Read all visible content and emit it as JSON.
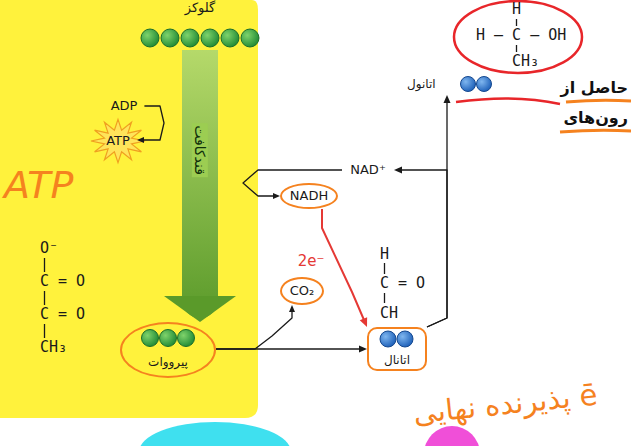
{
  "diagram": {
    "nodes": [
      {
        "text": [
          "گلوکز"
        ]
      },
      {
        "text": [
          "ADP"
        ]
      },
      {
        "text": [
          "ATP"
        ]
      },
      {
        "text": [
          "NAD⁺"
        ]
      },
      {
        "text": [
          "NADH"
        ]
      },
      {
        "text": [
          "CO₂"
        ]
      },
      {
        "text": [
          "پیرووات"
        ]
      },
      {
        "text": [
          "اتانال"
        ]
      },
      {
        "text": [
          "اتانول"
        ]
      }
    ],
    "edges": [
      {
        "from": 0,
        "to": 6,
        "arrow": "to",
        "label": "قندکافت"
      },
      {
        "from": 1,
        "to": 2,
        "arrow": "to"
      },
      {
        "from": 3,
        "to": 4,
        "arrow": "to"
      },
      {
        "from": 4,
        "to": 7,
        "arrow": "to",
        "label": "2e⁻"
      },
      {
        "from": 6,
        "to": 7,
        "arrow": "to"
      },
      {
        "from": 6,
        "to": 5,
        "arrow": "to"
      },
      {
        "from": 7,
        "to": 8,
        "arrow": "to"
      },
      {
        "from": 7,
        "to": 3,
        "arrow": "to"
      }
    ],
    "labels": [
      "O⁻",
      "C = O",
      "C = O",
      "CH₃",
      "H",
      "C = O",
      "CH",
      "H",
      "H – C – OH",
      "CH₃",
      "حاصل از",
      "رون‌های",
      "ATP",
      "پذیرنده نهایی ē"
    ]
  }
}
